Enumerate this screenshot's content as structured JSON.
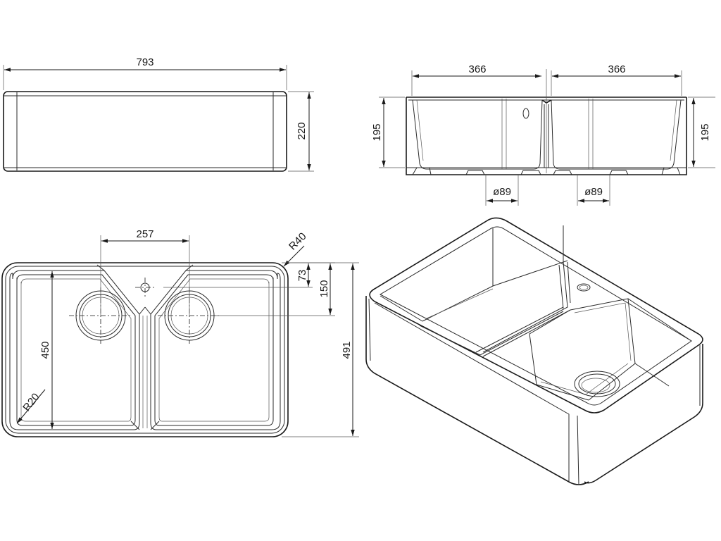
{
  "front_view": {
    "width_label": "793",
    "height_label": "220"
  },
  "section_view": {
    "bowl_left_width_label": "366",
    "bowl_right_width_label": "366",
    "depth_left_label": "195",
    "depth_right_label": "195",
    "waste_left_label": "ø89",
    "waste_right_label": "ø89"
  },
  "plan_view": {
    "bowl_spacing_label": "257",
    "corner_radius_outer_label": "R40",
    "tap_hole_offset_label": "73",
    "waste_offset_label": "150",
    "bowl_length_label": "450",
    "overall_length_label": "491",
    "inner_radius_label": "R20"
  },
  "iso_view": {}
}
